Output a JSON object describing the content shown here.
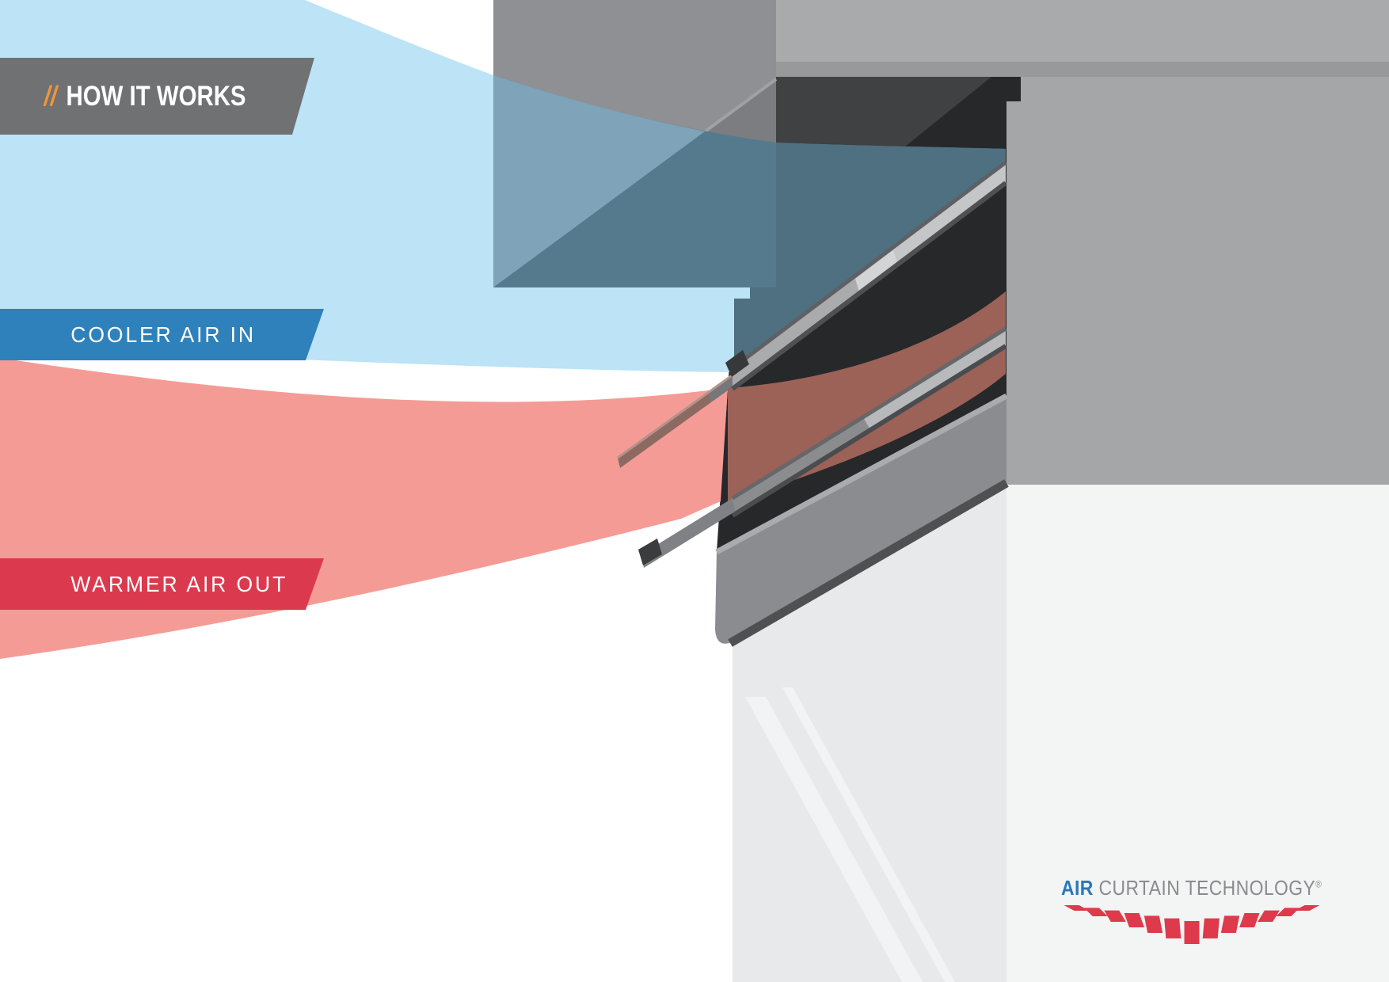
{
  "title_banner": {
    "slashes": "//",
    "label": "HOW IT WORKS"
  },
  "flow_labels": {
    "cool": "COOLER AIR IN",
    "warm": "WARMER AIR OUT"
  },
  "logo": {
    "brand_primary": "AIR",
    "brand_secondary": "CURTAIN TECHNOLOGY",
    "registered_mark": "®",
    "fan_segments": 13
  },
  "colors": {
    "accent_orange": "#F0953C",
    "banner_gray": "#6F7173",
    "cool_banner_blue": "#2E81BA",
    "warm_banner_red": "#DB3A4E",
    "stream_blue": "#BCE3F6",
    "stream_pink": "#F59B96",
    "logo_blue": "#2878B8",
    "logo_gray": "#898B8D",
    "logo_fan_red": "#DE3A4C"
  }
}
